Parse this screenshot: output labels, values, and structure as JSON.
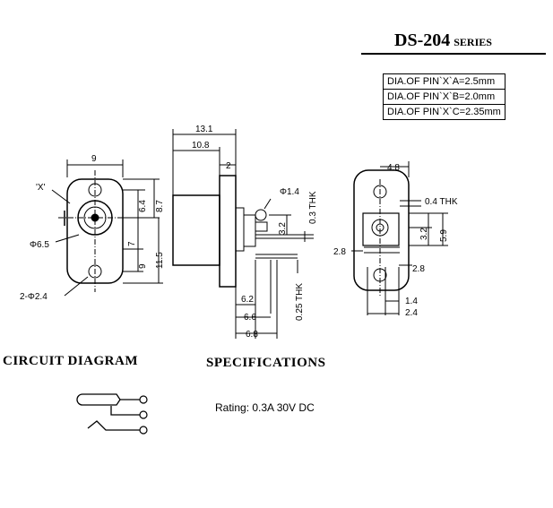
{
  "title": {
    "model": "DS-204",
    "suffix": "SERIES"
  },
  "pin_table": [
    "DIA.OF PIN`X`A=2.5mm",
    "DIA.OF PIN`X`B=2.0mm",
    "DIA.OF PIN`X`C=2.35mm"
  ],
  "front_view": {
    "width_dim": "9",
    "pin_label": "'X'",
    "dim_6_4": "6.4",
    "dim_8_7": "8.7",
    "dim_7": "7",
    "dim_9": "9",
    "dim_11_5": "11.5",
    "dia_6_5": "Φ6.5",
    "holes": "2-Φ2.4"
  },
  "side_view": {
    "dim_13_1": "13.1",
    "dim_10_8": "10.8",
    "dim_2": "2",
    "dia_1_4": "Φ1.4",
    "dim_3_2": "3.2",
    "thk_0_3": "0.3 THK",
    "thk_0_25": "0.25 THK",
    "dim_6_2": "6.2",
    "dim_6_6": "6.6",
    "dim_6_8": "6.8"
  },
  "rear_view": {
    "dim_4_8": "4.8",
    "thk_0_4": "0.4 THK",
    "dim_3_2": "3.2",
    "dim_5_9": "5.9",
    "dim_2_8_left": "2.8",
    "dim_2_8_right": "2.8",
    "dim_1_4": "1.4",
    "dim_2_4": "2.4"
  },
  "circuit_heading": "CIRCUIT  DIAGRAM",
  "spec_heading": "SPECIFICATIONS",
  "rating": "Rating: 0.3A 30V DC"
}
